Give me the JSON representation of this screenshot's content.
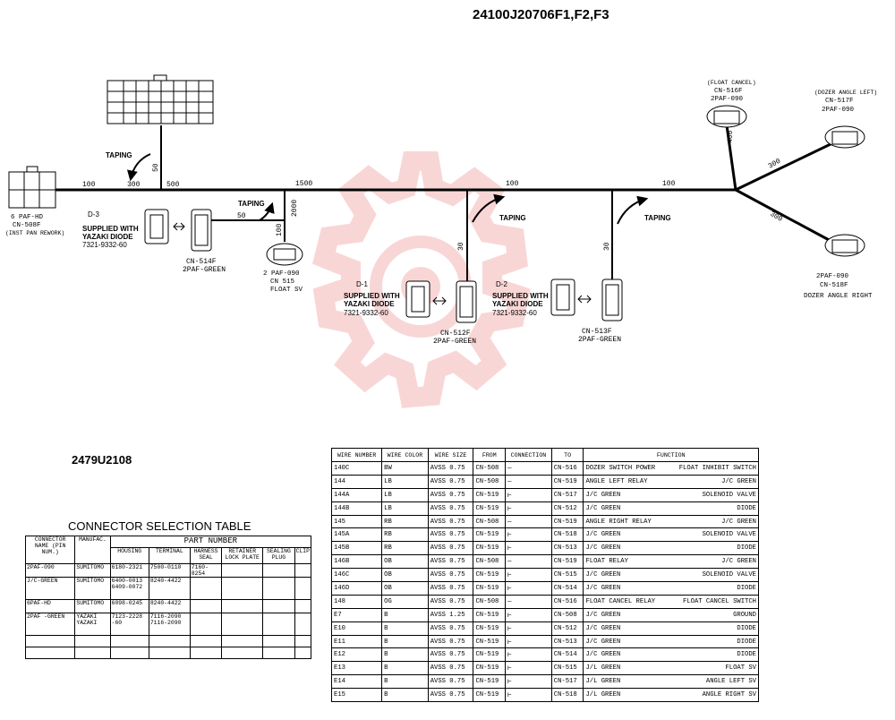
{
  "header": {
    "title": "24100J20706F1,F2,F3"
  },
  "part_number_label": "2479U2108",
  "connector_table_title": "CONNECTOR SELECTION TABLE",
  "harness": {
    "taping": "TAPING",
    "lengths": {
      "l100a": "100",
      "l300": "300",
      "l500": "500",
      "l1500": "1500",
      "l100b": "100",
      "l100c": "100",
      "l50a": "50",
      "l50b": "50",
      "l2000": "2000",
      "l100d": "100",
      "l30a": "30",
      "l30b": "30",
      "l400": "400",
      "l300b": "300",
      "l300c": "300"
    }
  },
  "connectors": {
    "cn508": {
      "line1": "6 PAF-HD",
      "line2": "CN-508F",
      "line3": "(INST PAN REWORK)"
    },
    "cn514": {
      "line1": "CN-514F",
      "line2": "2PAF-GREEN"
    },
    "cn515": {
      "line1": "2 PAF-090",
      "line2": "CN 515",
      "line3": "FLOAT SV"
    },
    "cn512": {
      "line1": "CN-512F",
      "line2": "2PAF-GREEN"
    },
    "cn513": {
      "line1": "CN-513F",
      "line2": "2PAF-GREEN"
    },
    "cn516": {
      "line1": "(FLOAT CANCEL)",
      "line2": "CN-516F",
      "line3": "2PAF-090"
    },
    "cn517": {
      "line1": "(DOZER ANGLE LEFT)",
      "line2": "CN-517F",
      "line3": "2PAF-090"
    },
    "cn518": {
      "line1": "2PAF-090",
      "line2": "CN-518F",
      "line3": "DOZER ANGLE RIGHT"
    }
  },
  "diodes": {
    "d3": {
      "id": "D-3",
      "l1": "SUPPLIED WITH",
      "l2": "YAZAKI DIODE",
      "l3": "7321-9332-60"
    },
    "d1": {
      "id": "D-1",
      "l1": "SUPPLIED WITH",
      "l2": "YAZAKI DIODE",
      "l3": "7321-9332-60"
    },
    "d2": {
      "id": "D-2",
      "l1": "SUPPLIED WITH",
      "l2": "YAZAKI DIODE",
      "l3": "7321-9332-60"
    }
  },
  "wire_table": {
    "headers": [
      "WIRE NUMBER",
      "WIRE COLOR",
      "WIRE SIZE",
      "FROM",
      "CONNECTION",
      "TO",
      "FUNCTION"
    ],
    "rows": [
      [
        "140C",
        "BW",
        "AVSS 0.75",
        "CN-508",
        "—",
        "CN-516",
        "DOZER SWITCH POWER",
        "FLOAT INHIBIT SWITCH"
      ],
      [
        "144",
        "LB",
        "AVSS 0.75",
        "CN-508",
        "—",
        "CN-519",
        "ANGLE LEFT RELAY",
        "J/C GREEN"
      ],
      [
        "144A",
        "LB",
        "AVSS 0.75",
        "CN-519",
        "⊢",
        "CN-517",
        "J/C GREEN",
        "SOLENOID VALVE"
      ],
      [
        "144B",
        "LB",
        "AVSS 0.75",
        "CN-519",
        "⊢",
        "CN-512",
        "J/C GREEN",
        "DIODE"
      ],
      [
        "145",
        "RB",
        "AVSS 0.75",
        "CN-508",
        "—",
        "CN-519",
        "ANGLE RIGHT RELAY",
        "J/C GREEN"
      ],
      [
        "145A",
        "RB",
        "AVSS 0.75",
        "CN-519",
        "⊢",
        "CN-518",
        "J/C GREEN",
        "SOLENOID VALVE"
      ],
      [
        "145B",
        "RB",
        "AVSS 0.75",
        "CN-519",
        "⊢",
        "CN-513",
        "J/C GREEN",
        "DIODE"
      ],
      [
        "146B",
        "OB",
        "AVSS 0.75",
        "CN-508",
        "—",
        "CN-519",
        "FLOAT RELAY",
        "J/C GREEN"
      ],
      [
        "146C",
        "OB",
        "AVSS 0.75",
        "CN-519",
        "⊢",
        "CN-515",
        "J/C GREEN",
        "SOLENOID VALVE"
      ],
      [
        "146D",
        "OB",
        "AVSS 0.75",
        "CN-519",
        "⊢",
        "CN-514",
        "J/C GREEN",
        "DIODE"
      ],
      [
        "148",
        "OG",
        "AVSS 0.75",
        "CN-508",
        "—",
        "CN-516",
        "FLOAT CANCEL RELAY",
        "FLOAT CANCEL SWITCH"
      ],
      [
        "E7",
        "B",
        "AVSS 1.25",
        "CN-519",
        "⊢",
        "CN-508",
        "J/C GREEN",
        "GROUND"
      ],
      [
        "E10",
        "B",
        "AVSS 0.75",
        "CN-519",
        "⊢",
        "CN-512",
        "J/C GREEN",
        "DIODE"
      ],
      [
        "E11",
        "B",
        "AVSS 0.75",
        "CN-519",
        "⊢",
        "CN-513",
        "J/C GREEN",
        "DIODE"
      ],
      [
        "E12",
        "B",
        "AVSS 0.75",
        "CN-519",
        "⊢",
        "CN-514",
        "J/C GREEN",
        "DIODE"
      ],
      [
        "E13",
        "B",
        "AVSS 0.75",
        "CN-519",
        "⊢",
        "CN-515",
        "J/L GREEN",
        "FLOAT SV"
      ],
      [
        "E14",
        "B",
        "AVSS 0.75",
        "CN-519",
        "⊢",
        "CN-517",
        "J/L GREEN",
        "ANGLE LEFT SV"
      ],
      [
        "E15",
        "B",
        "AVSS 0.75",
        "CN-519",
        "⊢",
        "CN-518",
        "J/L GREEN",
        "ANGLE RIGHT SV"
      ]
    ]
  },
  "connector_table": {
    "col_name": "CONNECTOR NAME (PIN NUM.)",
    "col_manuf": "MANUFAC.",
    "part_number": "PART NUMBER",
    "sub": [
      "HOUSING",
      "TERMINAL",
      "HARNESS SEAL",
      "RETAINER LOCK PLATE",
      "SEALING PLUG",
      "CLIP"
    ],
    "rows": [
      [
        "2PAF-090",
        "SUMITOMO",
        "6180-2321",
        "7500-0110",
        "7160-8254",
        "",
        "",
        ""
      ],
      [
        "J/C-GREEN",
        "SUMITOMO",
        "6400-0013 6409-0072",
        "8240-4422",
        "",
        "",
        "",
        ""
      ],
      [
        "6PAF-HD",
        "SUMITOMO",
        "6098-0245",
        "8240-4422",
        "",
        "",
        "",
        ""
      ],
      [
        "2PAF -GREEN",
        "YAZAKI YAZAKI",
        "7123-2228 -60",
        "7116-2090 7116-2090",
        "",
        "",
        "",
        ""
      ]
    ]
  }
}
